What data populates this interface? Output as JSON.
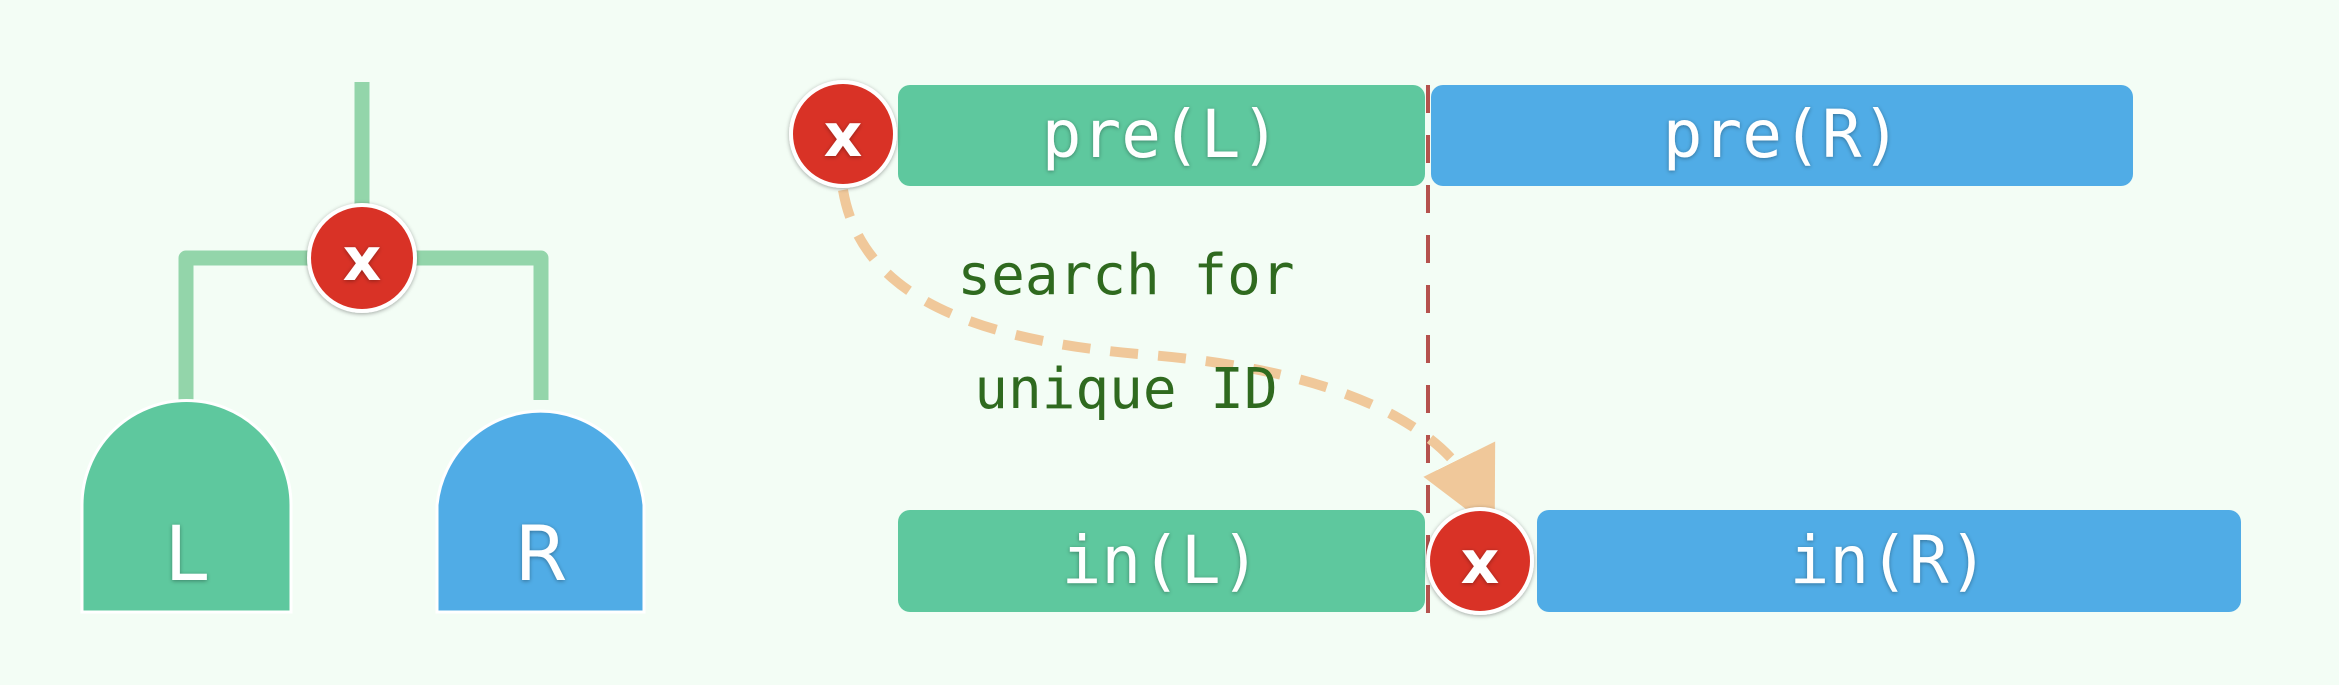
{
  "tree": {
    "root_label": "x",
    "left_label": "L",
    "right_label": "R"
  },
  "preorder": {
    "root_label": "x",
    "left_label": "pre(L)",
    "right_label": "pre(R)"
  },
  "inorder": {
    "left_label": "in(L)",
    "root_label": "x",
    "right_label": "in(R)"
  },
  "annotation": {
    "line1": "search for",
    "line2": "unique ID"
  },
  "colors": {
    "background": "#f3fdf5",
    "left": "#5ec89e",
    "right": "#50ace6",
    "node": "#d93125",
    "edge": "#93d5aa",
    "arrow": "#f0c89a",
    "divider": "#b5524d",
    "annotation_text": "#2f6a1f"
  }
}
